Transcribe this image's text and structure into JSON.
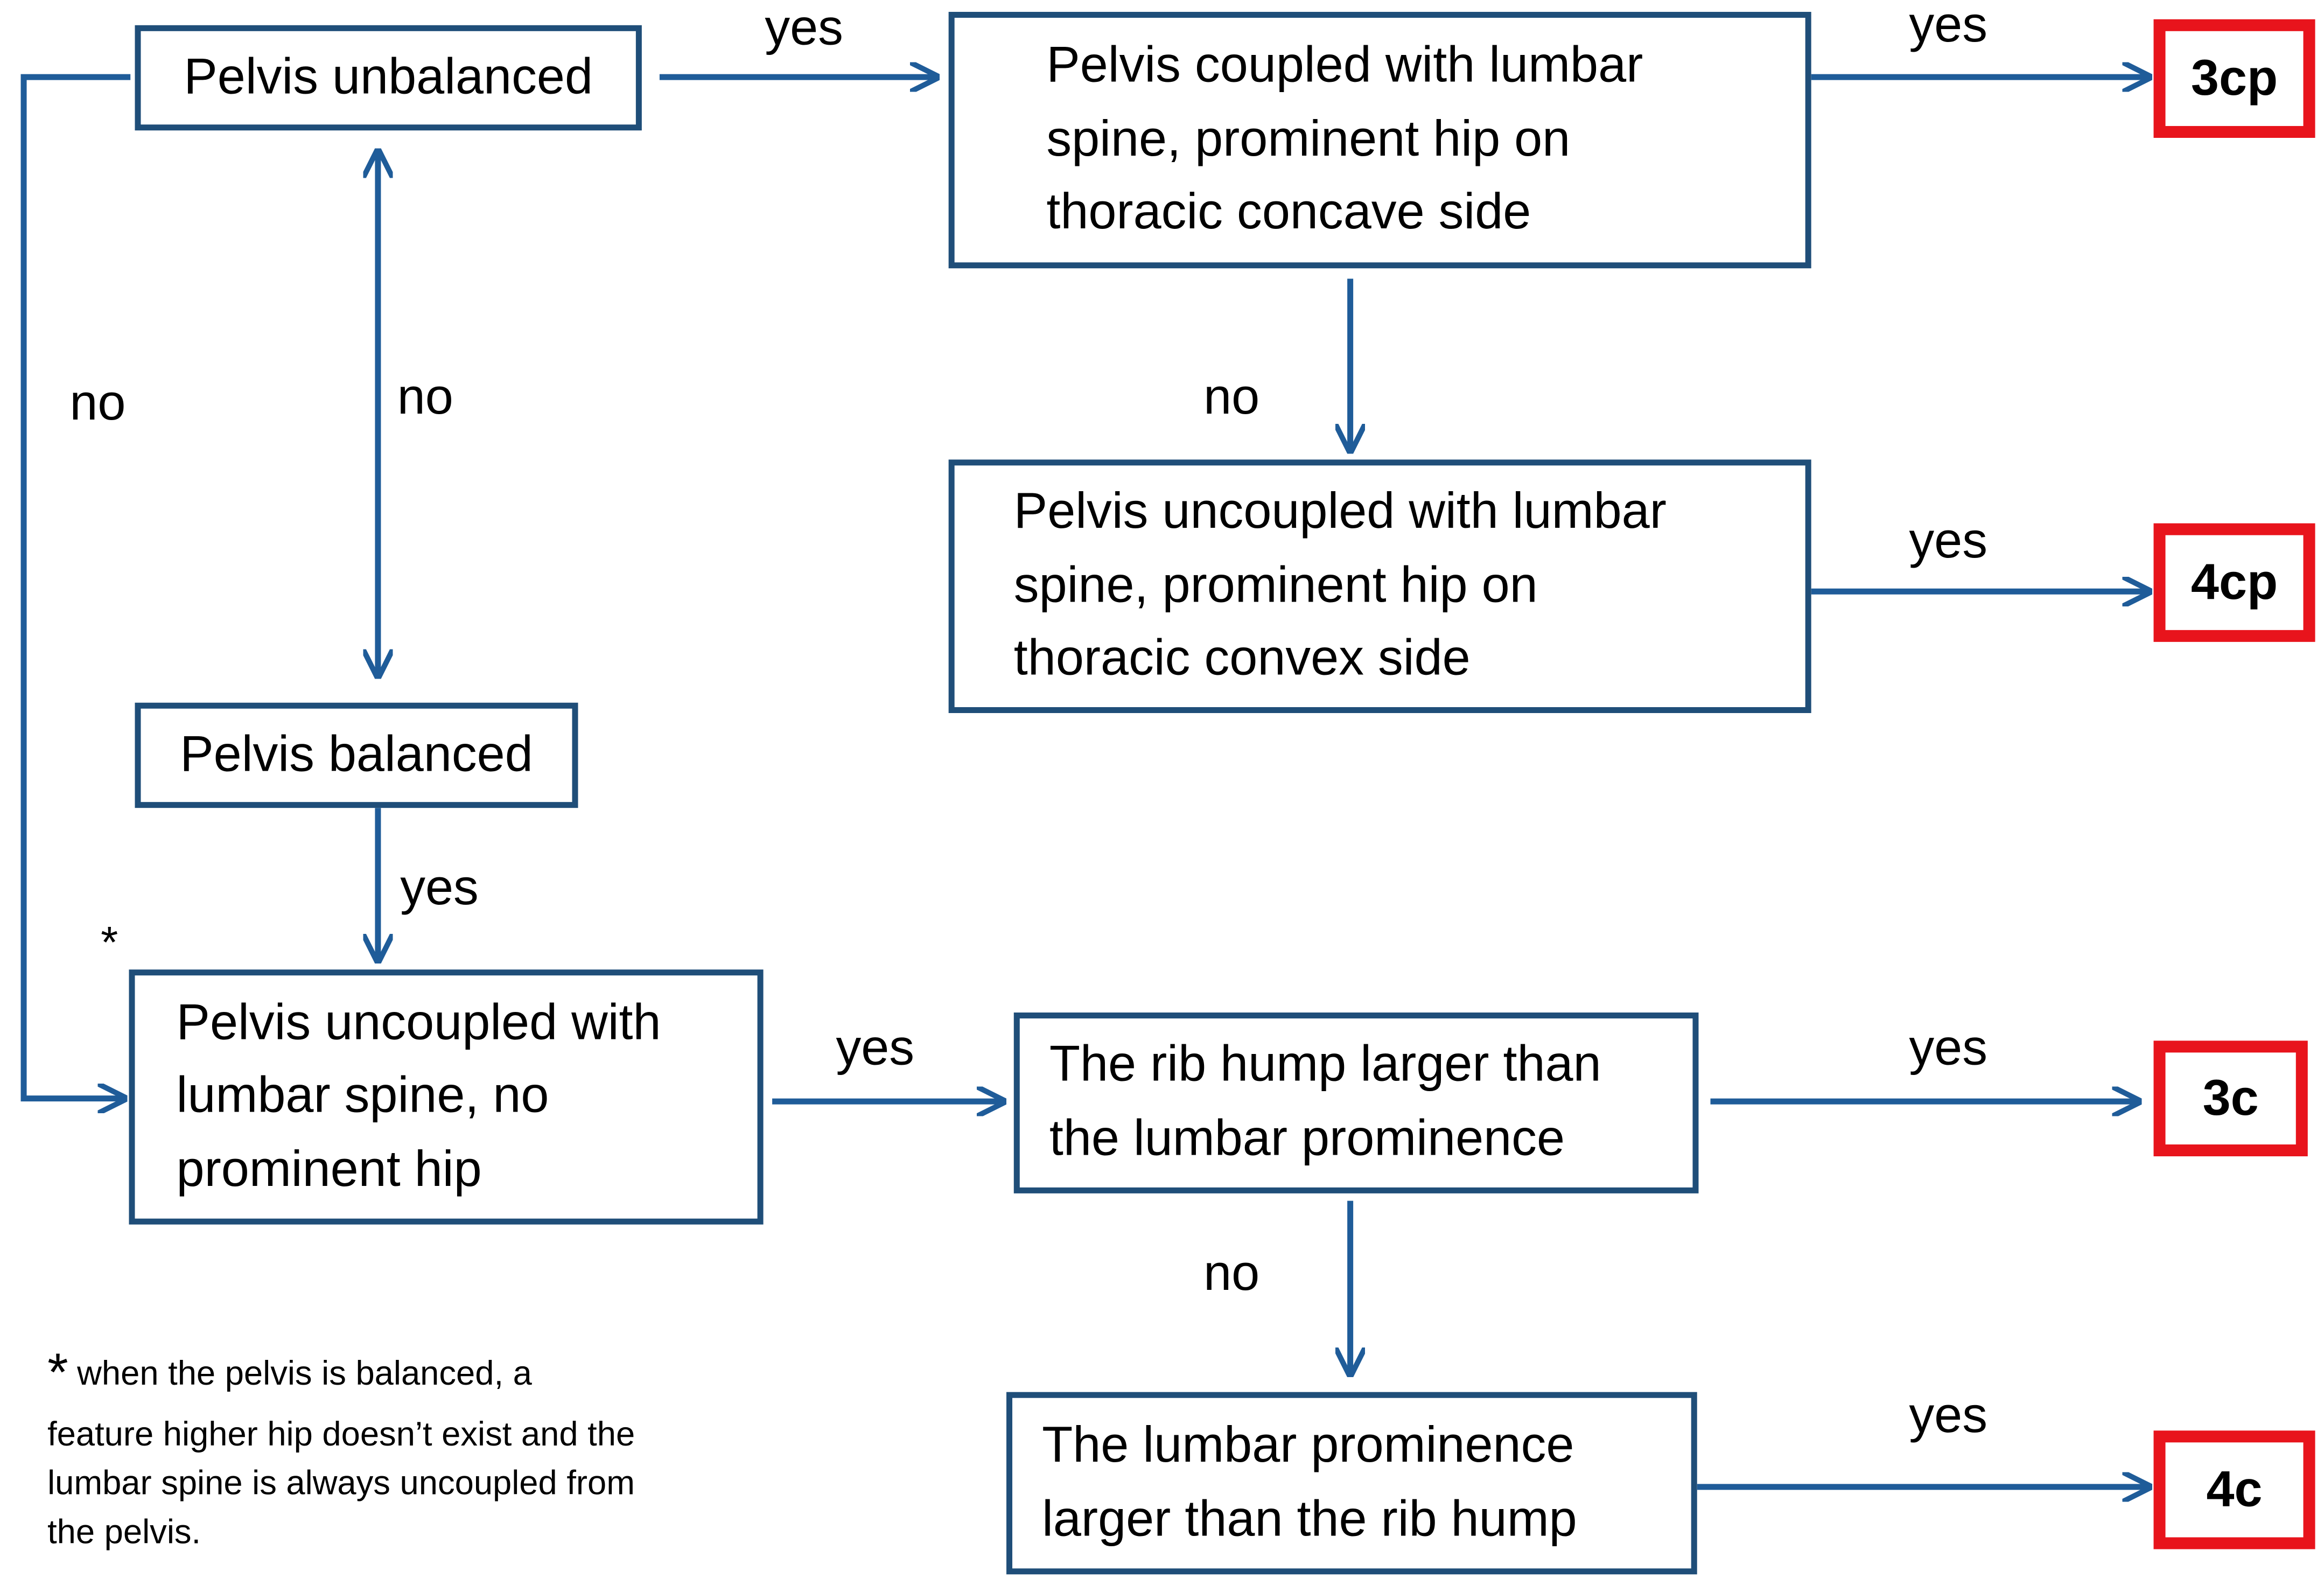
{
  "colors": {
    "box_border": "#1f4e79",
    "arrow": "#1f5c99",
    "result_border": "#e8141c",
    "text": "#000000"
  },
  "nodes": {
    "pelvis_unbalanced": "Pelvis unbalanced",
    "coupled_concave": "Pelvis coupled with lumbar\nspine, prominent hip on\nthoracic concave side",
    "uncoupled_convex": "Pelvis uncoupled with lumbar\nspine, prominent hip on\nthoracic convex side",
    "pelvis_balanced": "Pelvis balanced",
    "uncoupled_no_hip": "Pelvis uncoupled with\nlumbar spine, no\nprominent hip",
    "rib_hump_larger": "The rib hump larger than\nthe lumbar prominence",
    "lumbar_larger": "The lumbar prominence\nlarger than the rib hump"
  },
  "results": {
    "r3cp": "3cp",
    "r4cp": "4cp",
    "r3c": "3c",
    "r4c": "4c"
  },
  "edge_labels": {
    "yes_1": "yes",
    "yes_2": "yes",
    "no_1": "no",
    "no_left": "no",
    "no_center": "no",
    "yes_3": "yes",
    "yes_4": "yes",
    "yes_5": "yes",
    "yes_6": "yes",
    "no_2": "no",
    "yes_7": "yes"
  },
  "footnote": {
    "marker": "*",
    "asterisk": "*",
    "text": "when the pelvis is balanced, a feature higher hip doesn’t exist and the lumbar spine is always uncoupled from the pelvis."
  }
}
